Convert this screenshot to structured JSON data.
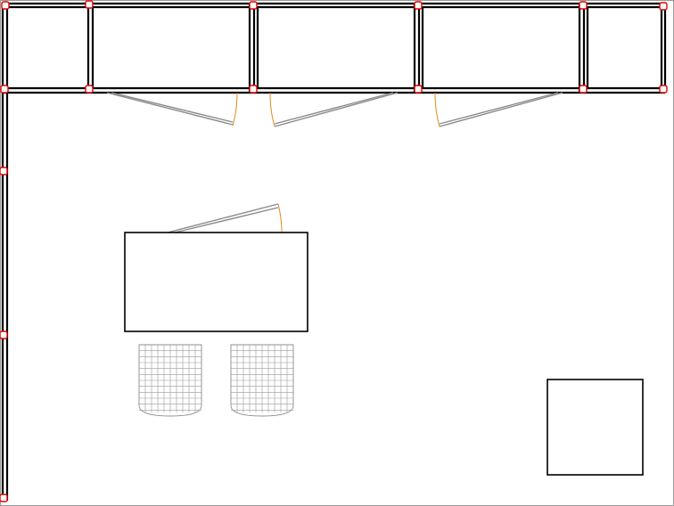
{
  "plan": {
    "colors": {
      "wall": "#000000",
      "door_leaf": "#8a8a8a",
      "door_swing": "#e08a1a",
      "node": "#e00000",
      "background": "#ffffff"
    },
    "rooms": [
      "cubicle-1",
      "cubicle-2",
      "cubicle-3",
      "cubicle-4",
      "cubicle-5"
    ],
    "doors": [
      "door-1",
      "door-2",
      "door-3",
      "door-4"
    ],
    "furniture": [
      "table",
      "chair-1",
      "chair-2",
      "cabinet"
    ]
  }
}
